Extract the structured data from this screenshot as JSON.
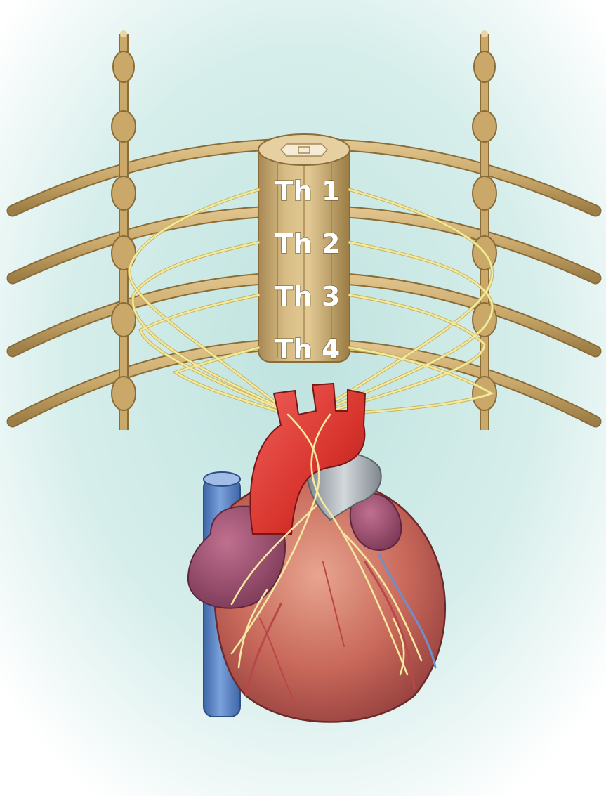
{
  "figure": {
    "segment_labels": [
      "Th 1",
      "Th 2",
      "Th 3",
      "Th 4"
    ],
    "colors": {
      "background_center": "#bfe3df",
      "background_edge": "#ffffff",
      "nerve_tan": "#c9a86a",
      "nerve_tan_dark": "#9c7d45",
      "nerve_fiber_yellow": "#f3e9a0",
      "aorta_red": "#d7332c",
      "heart_muscle": "#c8685a",
      "atrium_purple": "#9b4f6e",
      "vena_cava_blue": "#5b86c4",
      "pulmonary_gray": "#a9b0b6"
    },
    "icons": [
      "spinal-cord-segment",
      "sympathetic-trunk",
      "intercostal-nerve",
      "heart",
      "aortic-arch",
      "superior-vena-cava",
      "cardiac-nerve-fibers"
    ]
  }
}
